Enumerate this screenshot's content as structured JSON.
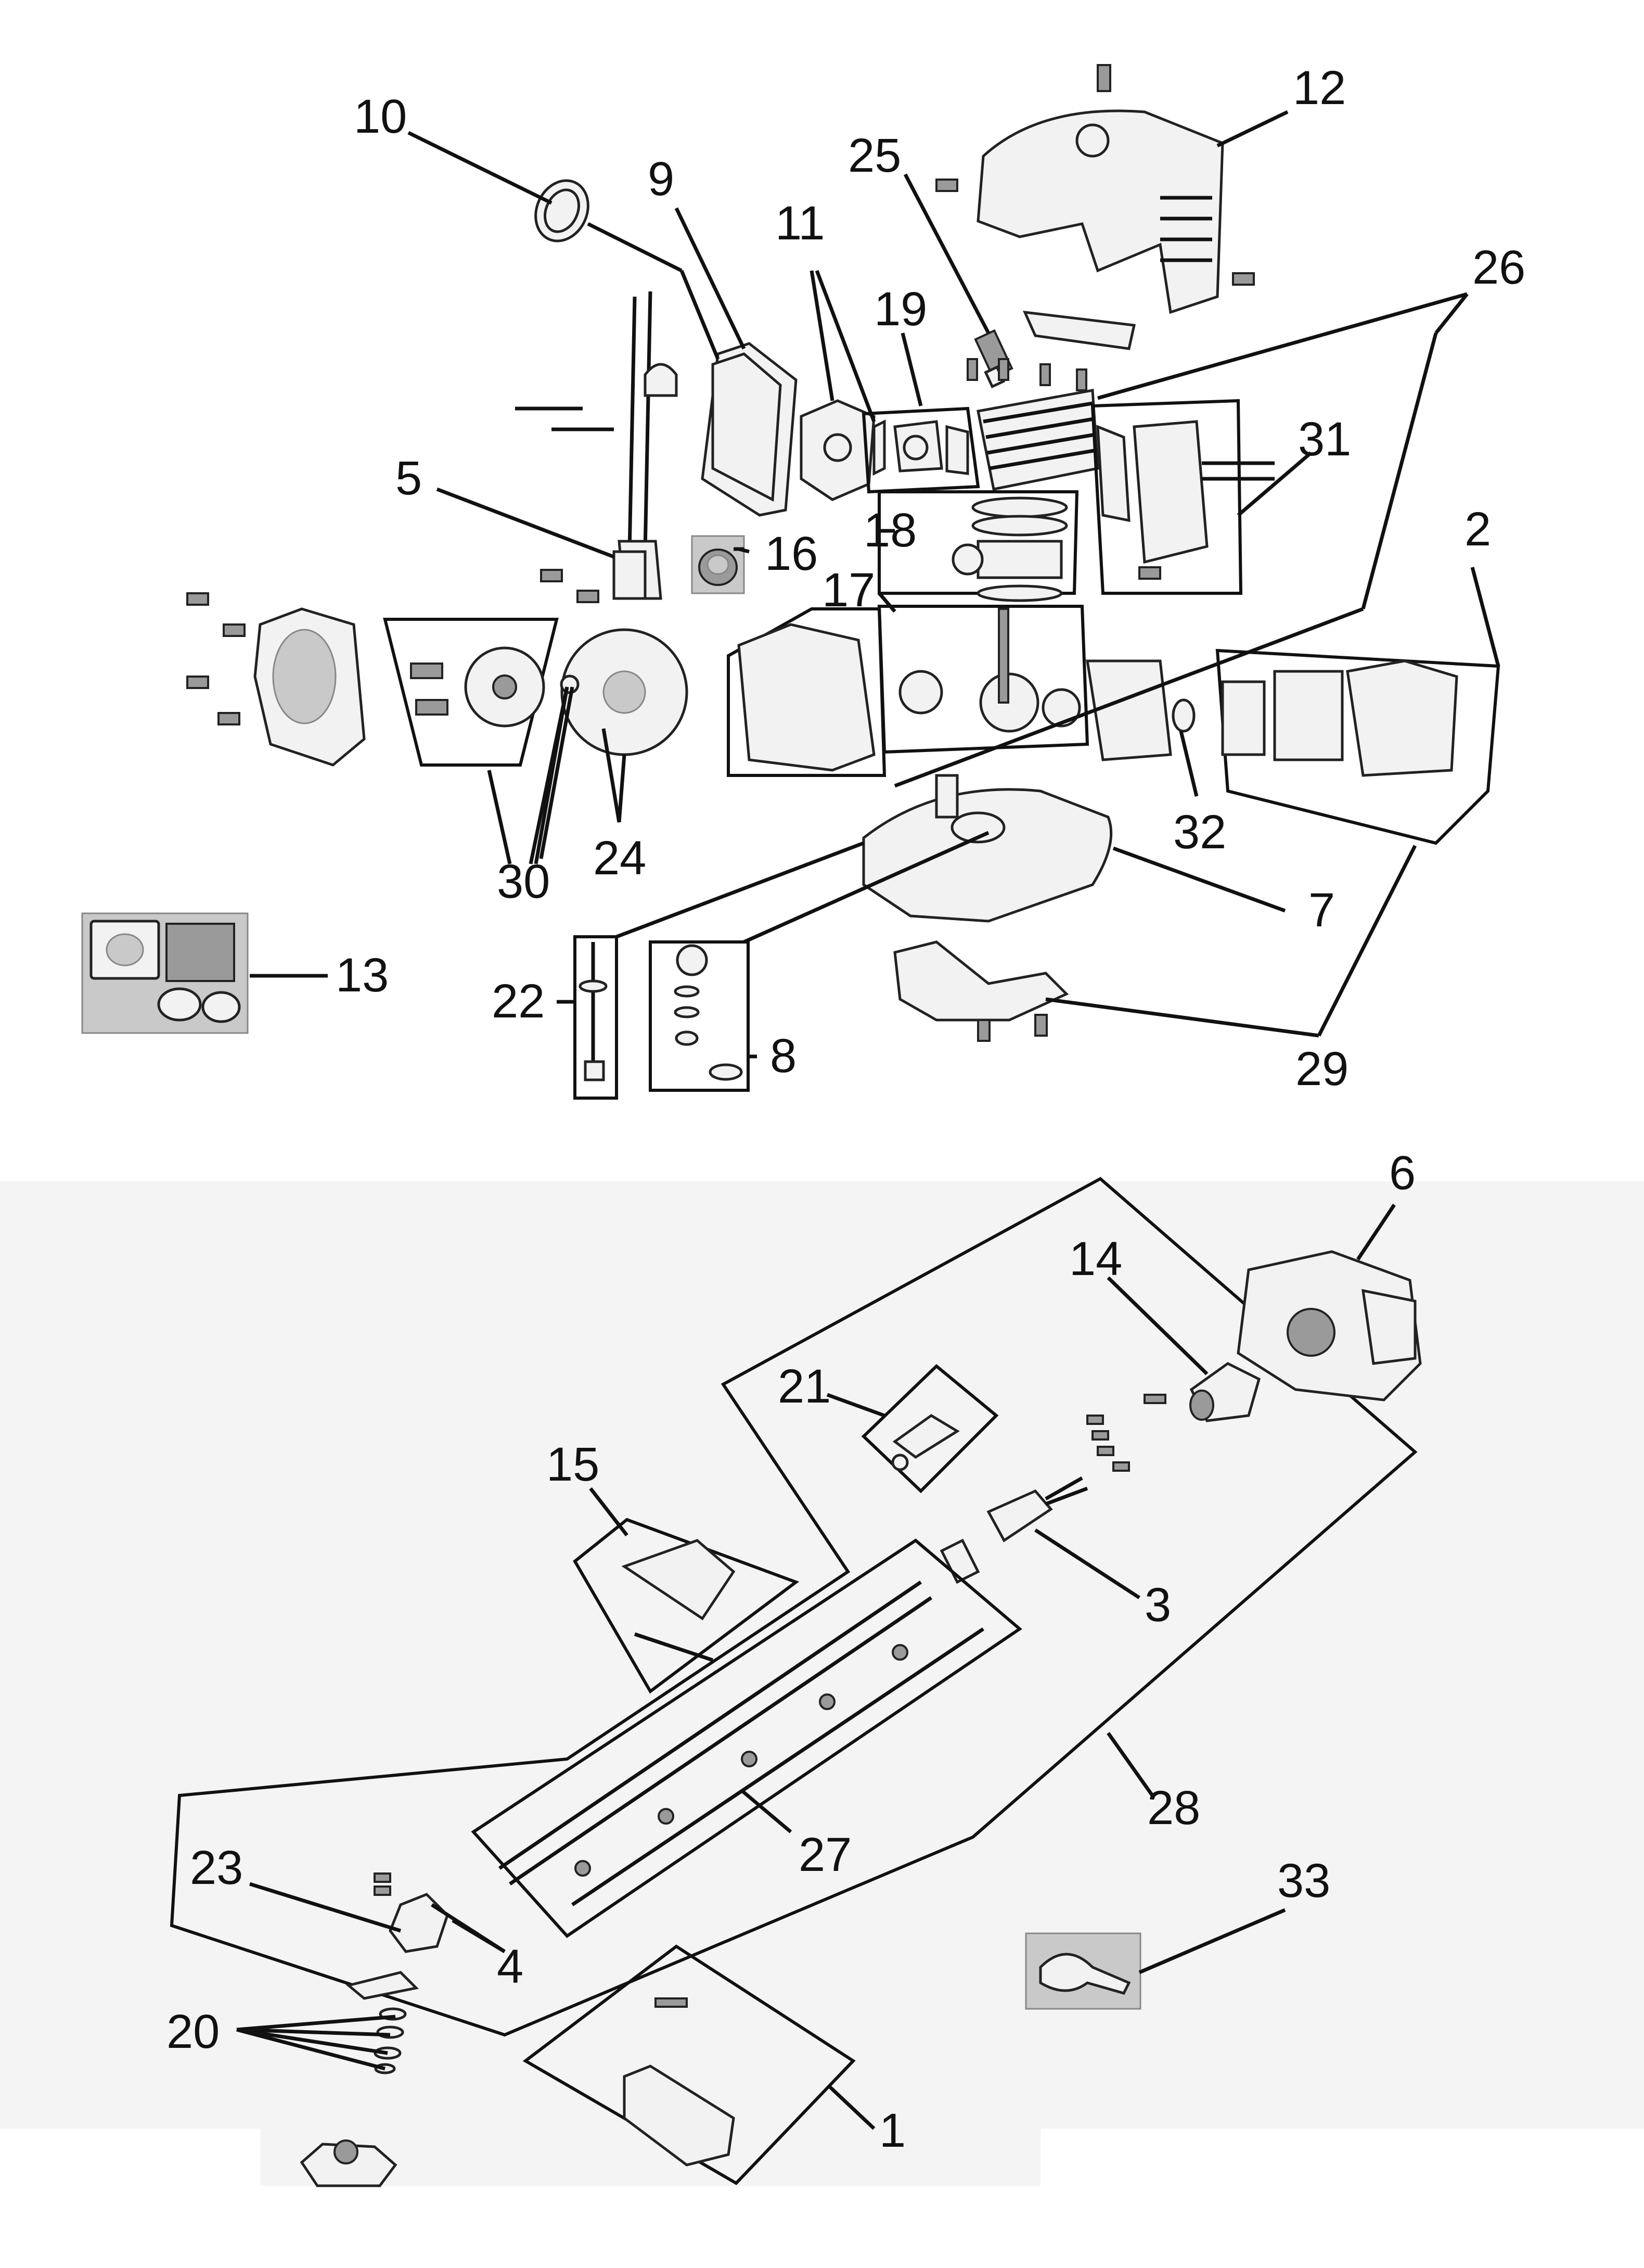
{
  "callouts": [
    "1",
    "2",
    "3",
    "4",
    "5",
    "6",
    "7",
    "8",
    "9",
    "10",
    "11",
    "12",
    "13",
    "14",
    "15",
    "16",
    "17",
    "18",
    "19",
    "20",
    "21",
    "22",
    "23",
    "24",
    "25",
    "26",
    "27",
    "28",
    "29",
    "30",
    "31",
    "32",
    "33"
  ],
  "colors": {
    "ink": "#111111",
    "background": "#ffffff",
    "photo_bg": "#c9c9c9"
  }
}
